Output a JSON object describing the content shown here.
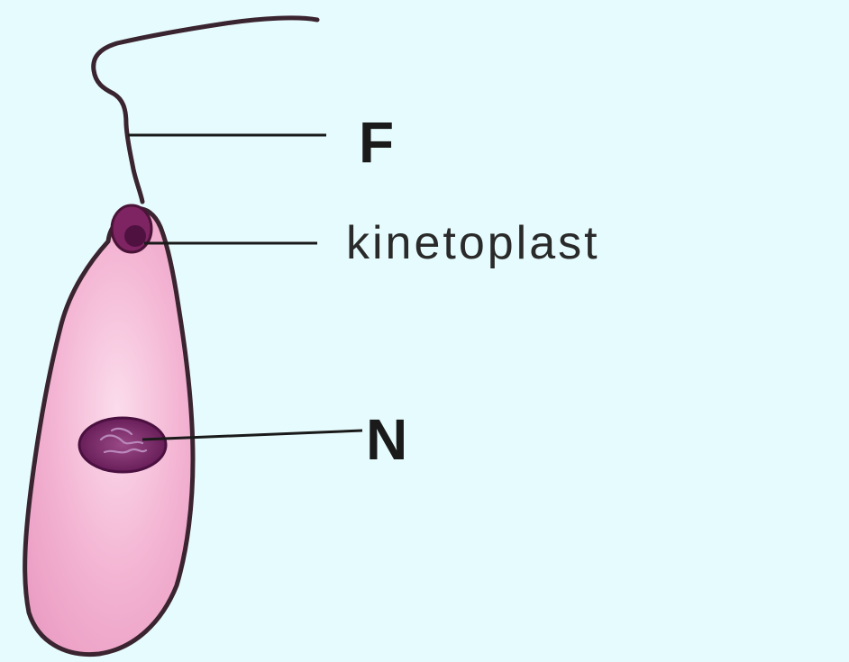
{
  "labels": {
    "flagellum": "F",
    "kinetoplast": "kinetoplast",
    "nucleus": "N"
  },
  "colors": {
    "background": "#e6fbfd",
    "cell_body_fill": "#f0a8cc",
    "cell_body_highlight": "#fad4e6",
    "outline": "#3a2430",
    "nucleus_fill": "#6e1f5a",
    "kinetoplast_fill": "#8a2a66",
    "leader_line": "#1a1a1a"
  }
}
